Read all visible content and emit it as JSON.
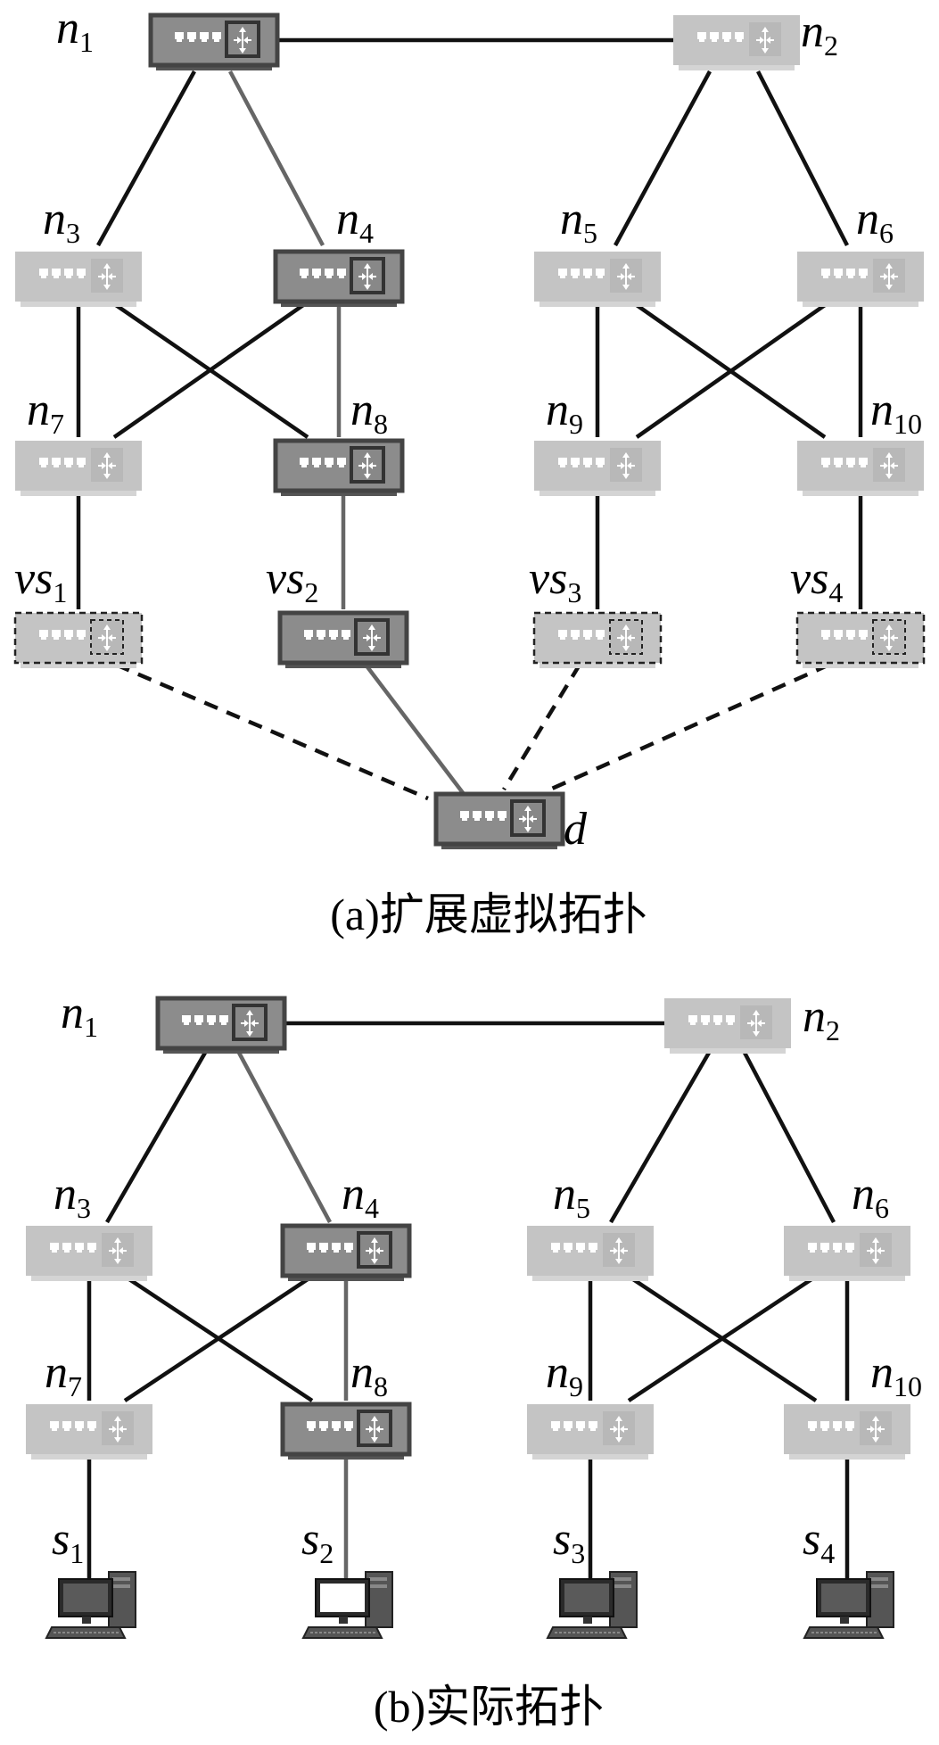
{
  "panels": [
    {
      "caption": "(a)扩展虚拟拓扑",
      "nodes": [
        {
          "id": "n1",
          "base": "n",
          "sub": "1",
          "style": "dark"
        },
        {
          "id": "n2",
          "base": "n",
          "sub": "2",
          "style": "light"
        },
        {
          "id": "n3",
          "base": "n",
          "sub": "3",
          "style": "light"
        },
        {
          "id": "n4",
          "base": "n",
          "sub": "4",
          "style": "dark"
        },
        {
          "id": "n5",
          "base": "n",
          "sub": "5",
          "style": "light"
        },
        {
          "id": "n6",
          "base": "n",
          "sub": "6",
          "style": "light"
        },
        {
          "id": "n7",
          "base": "n",
          "sub": "7",
          "style": "light"
        },
        {
          "id": "n8",
          "base": "n",
          "sub": "8",
          "style": "dark"
        },
        {
          "id": "n9",
          "base": "n",
          "sub": "9",
          "style": "light"
        },
        {
          "id": "n10",
          "base": "n",
          "sub": "10",
          "style": "light"
        },
        {
          "id": "vs1",
          "base": "vs",
          "sub": "1",
          "style": "virtual"
        },
        {
          "id": "vs2",
          "base": "vs",
          "sub": "2",
          "style": "dark"
        },
        {
          "id": "vs3",
          "base": "vs",
          "sub": "3",
          "style": "virtual"
        },
        {
          "id": "vs4",
          "base": "vs",
          "sub": "4",
          "style": "virtual"
        },
        {
          "id": "d",
          "base": "d",
          "sub": "",
          "style": "dark"
        }
      ],
      "links": [
        {
          "from": "n1",
          "to": "n2",
          "kind": "solid"
        },
        {
          "from": "n1",
          "to": "n3",
          "kind": "solid"
        },
        {
          "from": "n1",
          "to": "n4",
          "kind": "path"
        },
        {
          "from": "n2",
          "to": "n5",
          "kind": "solid"
        },
        {
          "from": "n2",
          "to": "n6",
          "kind": "solid"
        },
        {
          "from": "n3",
          "to": "n7",
          "kind": "solid"
        },
        {
          "from": "n3",
          "to": "n8",
          "kind": "solid"
        },
        {
          "from": "n4",
          "to": "n7",
          "kind": "solid"
        },
        {
          "from": "n4",
          "to": "n8",
          "kind": "path"
        },
        {
          "from": "n5",
          "to": "n9",
          "kind": "solid"
        },
        {
          "from": "n5",
          "to": "n10",
          "kind": "solid"
        },
        {
          "from": "n6",
          "to": "n9",
          "kind": "solid"
        },
        {
          "from": "n6",
          "to": "n10",
          "kind": "solid"
        },
        {
          "from": "n7",
          "to": "vs1",
          "kind": "solid"
        },
        {
          "from": "n8",
          "to": "vs2",
          "kind": "path"
        },
        {
          "from": "n9",
          "to": "vs3",
          "kind": "solid"
        },
        {
          "from": "n10",
          "to": "vs4",
          "kind": "solid"
        },
        {
          "from": "vs1",
          "to": "d",
          "kind": "virtual"
        },
        {
          "from": "vs2",
          "to": "d",
          "kind": "path"
        },
        {
          "from": "vs3",
          "to": "d",
          "kind": "virtual"
        },
        {
          "from": "vs4",
          "to": "d",
          "kind": "virtual"
        }
      ]
    },
    {
      "caption": "(b)实际拓扑",
      "nodes": [
        {
          "id": "n1",
          "base": "n",
          "sub": "1",
          "style": "dark"
        },
        {
          "id": "n2",
          "base": "n",
          "sub": "2",
          "style": "light"
        },
        {
          "id": "n3",
          "base": "n",
          "sub": "3",
          "style": "light"
        },
        {
          "id": "n4",
          "base": "n",
          "sub": "4",
          "style": "dark"
        },
        {
          "id": "n5",
          "base": "n",
          "sub": "5",
          "style": "light"
        },
        {
          "id": "n6",
          "base": "n",
          "sub": "6",
          "style": "light"
        },
        {
          "id": "n7",
          "base": "n",
          "sub": "7",
          "style": "light"
        },
        {
          "id": "n8",
          "base": "n",
          "sub": "8",
          "style": "dark"
        },
        {
          "id": "n9",
          "base": "n",
          "sub": "9",
          "style": "light"
        },
        {
          "id": "n10",
          "base": "n",
          "sub": "10",
          "style": "light"
        },
        {
          "id": "s1",
          "base": "s",
          "sub": "1",
          "style": "computer"
        },
        {
          "id": "s2",
          "base": "s",
          "sub": "2",
          "style": "computer-white"
        },
        {
          "id": "s3",
          "base": "s",
          "sub": "3",
          "style": "computer"
        },
        {
          "id": "s4",
          "base": "s",
          "sub": "4",
          "style": "computer"
        }
      ],
      "links": [
        {
          "from": "n1",
          "to": "n2",
          "kind": "solid"
        },
        {
          "from": "n1",
          "to": "n3",
          "kind": "solid"
        },
        {
          "from": "n1",
          "to": "n4",
          "kind": "path"
        },
        {
          "from": "n2",
          "to": "n5",
          "kind": "solid"
        },
        {
          "from": "n2",
          "to": "n6",
          "kind": "solid"
        },
        {
          "from": "n3",
          "to": "n7",
          "kind": "solid"
        },
        {
          "from": "n3",
          "to": "n8",
          "kind": "solid"
        },
        {
          "from": "n4",
          "to": "n7",
          "kind": "solid"
        },
        {
          "from": "n4",
          "to": "n8",
          "kind": "path"
        },
        {
          "from": "n5",
          "to": "n9",
          "kind": "solid"
        },
        {
          "from": "n5",
          "to": "n10",
          "kind": "solid"
        },
        {
          "from": "n6",
          "to": "n9",
          "kind": "solid"
        },
        {
          "from": "n6",
          "to": "n10",
          "kind": "solid"
        },
        {
          "from": "n7",
          "to": "s1",
          "kind": "solid"
        },
        {
          "from": "n8",
          "to": "s2",
          "kind": "path"
        },
        {
          "from": "n9",
          "to": "s3",
          "kind": "solid"
        },
        {
          "from": "n10",
          "to": "s4",
          "kind": "solid"
        }
      ]
    }
  ],
  "colors": {
    "link": "#111111",
    "path_link": "#666666",
    "dark_fill": "#8c8c8c",
    "dark_border": "#444444",
    "light_fill": "#c4c4c4",
    "light_border": "#d8d8d8",
    "virtual_fill": "#c4c4c4"
  }
}
